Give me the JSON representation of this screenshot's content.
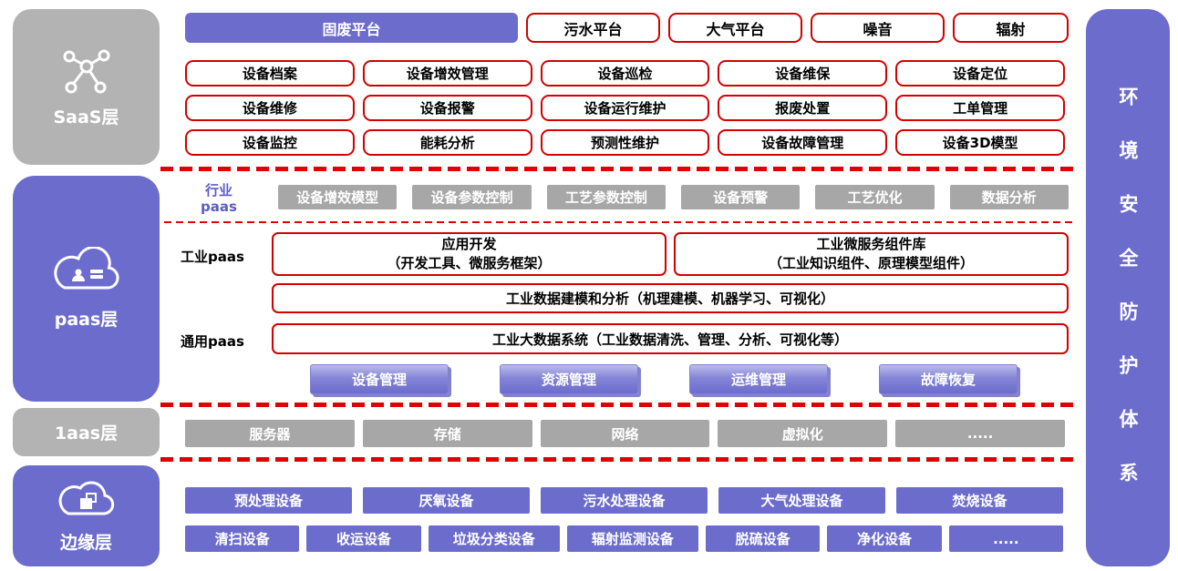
{
  "layers": {
    "saas": {
      "label": "SaaS层"
    },
    "paas": {
      "label": "paas层"
    },
    "iaas": {
      "label": "1aas层"
    },
    "edge": {
      "label": "边缘层"
    }
  },
  "right_bar": {
    "label": "环境安全防护体系"
  },
  "saas": {
    "platforms": [
      "固废平台",
      "污水平台",
      "大气平台",
      "噪音",
      "辐射"
    ],
    "grid": [
      [
        "设备档案",
        "设备增效管理",
        "设备巡检",
        "设备维保",
        "设备定位"
      ],
      [
        "设备维修",
        "设备报警",
        "设备运行维护",
        "报废处置",
        "工单管理"
      ],
      [
        "设备监控",
        "能耗分析",
        "预测性维护",
        "设备故障管理",
        "设备3D模型"
      ]
    ]
  },
  "paas": {
    "industry": {
      "label_line1": "行业",
      "label_line2": "paas",
      "items": [
        "设备增效模型",
        "设备参数控制",
        "工艺参数控制",
        "设备预警",
        "工艺优化",
        "数据分析"
      ]
    },
    "industrial": {
      "label": "工业paas",
      "app_dev": {
        "title": "应用开发",
        "subtitle": "（开发工具、微服务框架）"
      },
      "microservice": {
        "title": "工业微服务组件库",
        "subtitle": "（工业知识组件、原理模型组件）"
      },
      "modeling": "工业数据建模和分析（机理建模、机器学习、可视化）"
    },
    "general": {
      "label": "通用paas",
      "bigdata": "工业大数据系统（工业数据清洗、管理、分析、可视化等）"
    },
    "ops": [
      "设备管理",
      "资源管理",
      "运维管理",
      "故障恢复"
    ]
  },
  "iaas": {
    "items": [
      "服务器",
      "存储",
      "网络",
      "虚拟化",
      "....."
    ]
  },
  "edge": {
    "row1": [
      "预处理设备",
      "厌氧设备",
      "污水处理设备",
      "大气处理设备",
      "焚烧设备"
    ],
    "row2": [
      "清扫设备",
      "收运设备",
      "垃圾分类设备",
      "辐射监测设备",
      "脱硫设备",
      "净化设备",
      "....."
    ]
  },
  "colors": {
    "purple": "#6c6ccd",
    "gray": "#a7a7a7",
    "light_gray": "#b3b3b3",
    "red": "#d40000"
  }
}
